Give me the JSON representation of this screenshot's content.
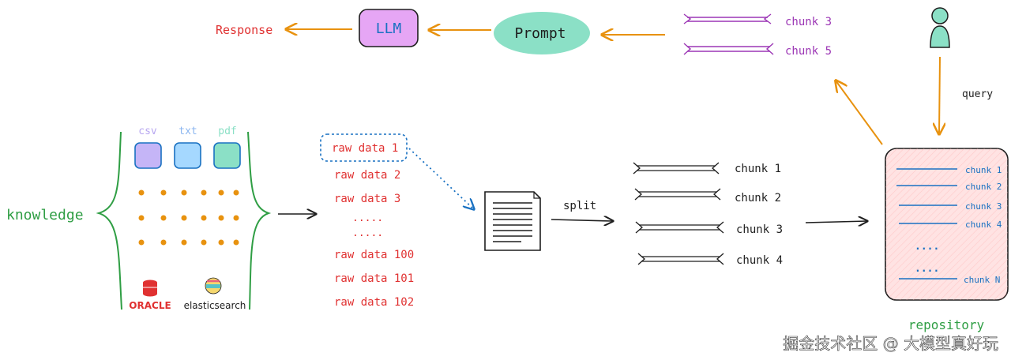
{
  "top_flow": {
    "response": "Response",
    "llm": "LLM",
    "prompt": "Prompt",
    "retrieved_chunks": [
      "chunk 3",
      "chunk 5"
    ]
  },
  "knowledge": {
    "label": "knowledge",
    "file_types": [
      "csv",
      "txt",
      "pdf"
    ],
    "logos": [
      "ORACLE",
      "elasticsearch"
    ]
  },
  "raw_data": {
    "items": [
      "raw data 1",
      "raw data 2",
      "raw data 3",
      ".....",
      ".....",
      "raw data 100",
      "raw data 101",
      "raw data 102"
    ]
  },
  "split": {
    "label": "split",
    "chunks": [
      "chunk 1",
      "chunk 2",
      "chunk 3",
      "chunk 4"
    ]
  },
  "repository": {
    "label": "repository",
    "chunks": [
      "chunk 1",
      "chunk 2",
      "chunk 3",
      "chunk 4",
      "....",
      "....",
      "chunk N"
    ]
  },
  "query": {
    "label": "query"
  },
  "watermark": "掘金技术社区 @ 大模型真好玩",
  "colors": {
    "orange": "#e8920f",
    "red": "#e03131",
    "green": "#2f9e44",
    "blue": "#1971c2",
    "purple": "#9c36b5",
    "llm_fill": "#e6a6f5",
    "prompt_fill": "#8be0c6",
    "repo_fill": "#ffe3e3"
  }
}
